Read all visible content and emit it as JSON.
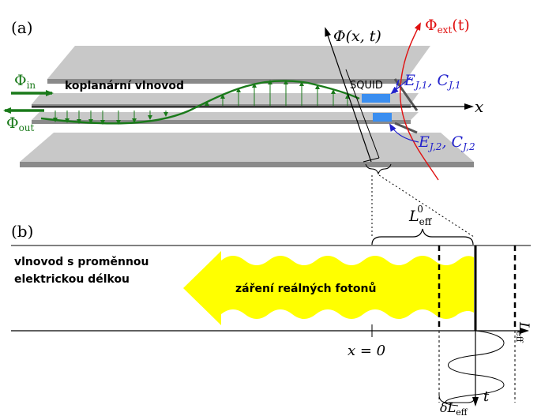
{
  "panel_a": {
    "label": "(a)",
    "waveguide_label": "koplanární vlnovod",
    "squid_label": "SQUID",
    "phi_in": "in",
    "phi_out": "out",
    "phi_xt": "Φ(x, t)",
    "phi_ext_main": "Φ",
    "phi_ext_sub": "ext",
    "phi_ext_arg": "(t)",
    "x_axis": "x",
    "junction1": "E",
    "junction1_sub": "J,1",
    "junction1_c": "C",
    "junction2": "E",
    "junction2_sub": "J,2",
    "junction2_c": "C",
    "colors": {
      "field": "#1a7a1a",
      "flux_ext": "#e01010",
      "junction": "#2222cc",
      "squid_patch": "#3a8ef0",
      "ground_plane": "#c8c8c8"
    }
  },
  "panel_b": {
    "label": "(b)",
    "l_eff0_main": "L",
    "l_eff0_sub": "eff",
    "l_eff0_sup": "0",
    "waveguide_text_line1": "vlnovod s proměnnou",
    "waveguide_text_line2": "elektrickou délkou",
    "arrow_text": "záření reálných fotonů",
    "x0_label": "x = 0",
    "l_eff_axis_main": "L",
    "l_eff_axis_sub": "eff",
    "delta_l_main": "δL",
    "delta_l_sub": "eff",
    "t_axis": "t",
    "colors": {
      "photon_arrow": "#ffff00"
    }
  }
}
